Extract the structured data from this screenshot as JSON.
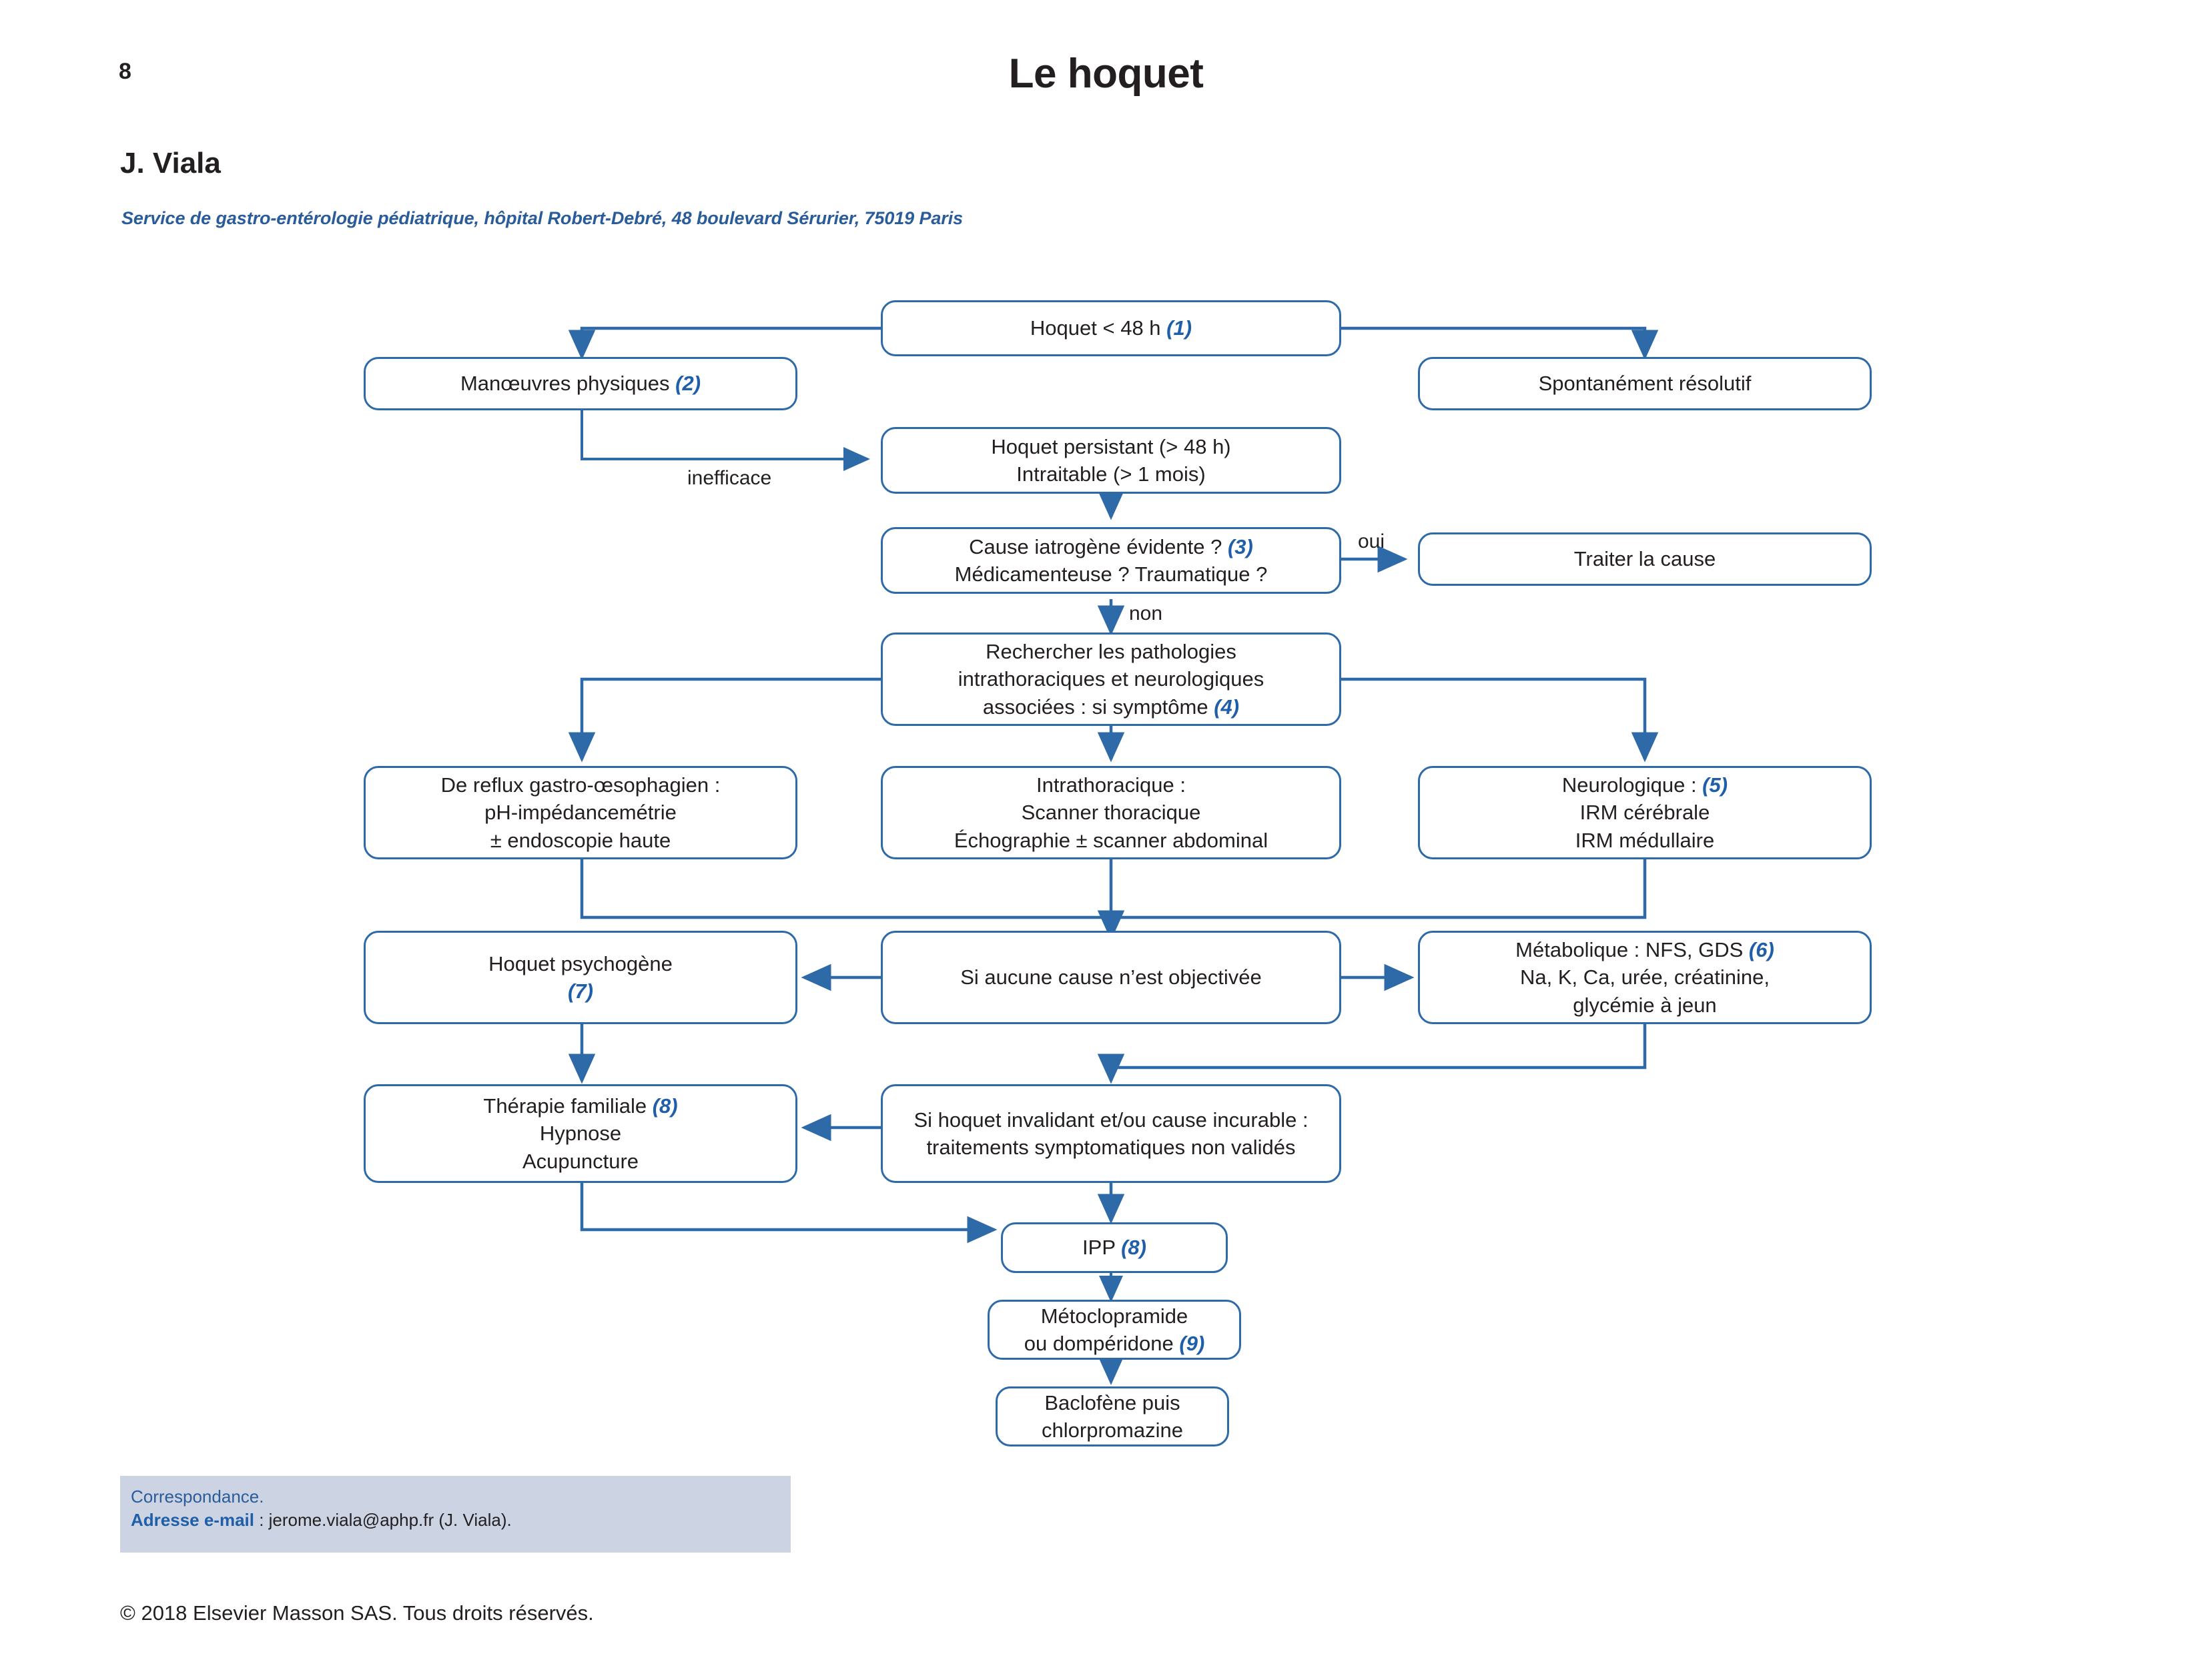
{
  "page": {
    "number": "8",
    "title": "Le hoquet",
    "author": "J. Viala",
    "affiliation": "Service de gastro-entérologie pédiatrique, hôpital Robert-Debré, 48 boulevard Sérurier, 75019 Paris"
  },
  "colors": {
    "box_border": "#2e6aa8",
    "connector": "#2e6aa8",
    "reference_blue": "#1f5fa9",
    "affiliation_blue": "#2a5c9a",
    "correspondence_bg": "#ccd4e4",
    "text": "#231f20"
  },
  "flowchart": {
    "nodes": {
      "hoquet_48h": {
        "text": "Hoquet < 48 h ",
        "ref": "(1)"
      },
      "manoeuvres": {
        "text": "Manœuvres physiques ",
        "ref": "(2)"
      },
      "spontane": {
        "text": "Spontanément résolutif",
        "ref": ""
      },
      "persistant": {
        "text": "Hoquet persistant (> 48 h)\nIntraitable (> 1 mois)",
        "ref": ""
      },
      "iatrogene": {
        "text": "Cause iatrogène évidente ? ",
        "ref": "(3)",
        "text2": "\nMédicamenteuse ? Traumatique ?"
      },
      "traiter": {
        "text": "Traiter la cause",
        "ref": ""
      },
      "rechercher": {
        "text": "Rechercher les pathologies\nintrathoraciques et neurologiques\nassociées : si symptôme ",
        "ref": "(4)"
      },
      "reflux": {
        "text": "De reflux gastro-œsophagien :\npH-impédancemétrie\n± endoscopie haute",
        "ref": ""
      },
      "intrathoracique": {
        "text": "Intrathoracique :\nScanner thoracique\nÉchographie  ± scanner abdominal",
        "ref": ""
      },
      "neurologique": {
        "text": "Neurologique : ",
        "ref": "(5)",
        "text2": "\nIRM cérébrale\nIRM médullaire"
      },
      "psychogene": {
        "text": "Hoquet psychogène\n",
        "ref": "(7)"
      },
      "aucune_cause": {
        "text": "Si aucune cause n’est objectivée",
        "ref": ""
      },
      "metabolique": {
        "text": "Métabolique : NFS, GDS ",
        "ref": "(6)",
        "text2": "\nNa, K, Ca, urée, créatinine,\nglycémie à jeun"
      },
      "therapie": {
        "text": "Thérapie familiale ",
        "ref": "(8)",
        "text2": "\nHypnose\nAcupuncture"
      },
      "invalidant": {
        "text": "Si hoquet invalidant et/ou cause incurable :\ntraitements symptomatiques non validés",
        "ref": ""
      },
      "ipp": {
        "text": "IPP ",
        "ref": "(8)"
      },
      "metoclopramide": {
        "text": "Métoclopramide\nou dompéridone ",
        "ref": "(9)"
      },
      "baclofene": {
        "text": "Baclofène puis\nchlorpromazine",
        "ref": ""
      }
    },
    "edge_labels": {
      "inefficace": "inefficace",
      "oui": "oui",
      "non": "non"
    }
  },
  "footer": {
    "correspondence_title": "Correspondance.",
    "email_label": "Adresse e-mail",
    "email_separator": " : ",
    "email_value": "jerome.viala@aphp.fr (J. Viala).",
    "copyright": "© 2018 Elsevier Masson SAS. Tous droits réservés."
  }
}
